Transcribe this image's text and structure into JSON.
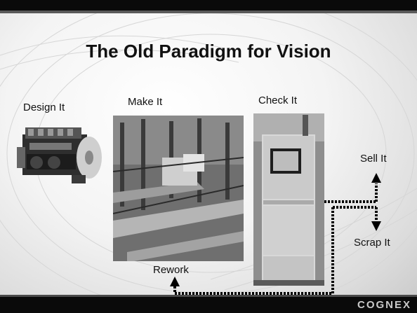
{
  "slide": {
    "title": "The Old Paradigm for Vision",
    "labels": {
      "design": "Design It",
      "make": "Make It",
      "check": "Check It",
      "sell": "Sell It",
      "scrap": "Scrap It",
      "rework": "Rework"
    },
    "logo": "COGNEX"
  },
  "colors": {
    "title": "#111111",
    "bars": "#0a0a0a",
    "arrow": "#000000"
  }
}
